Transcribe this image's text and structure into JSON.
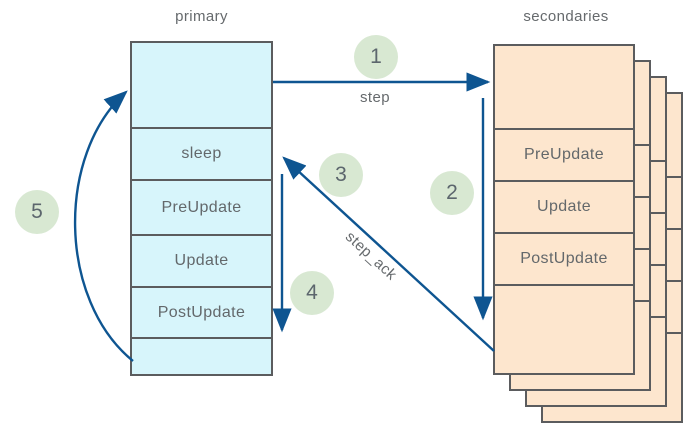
{
  "diagram": {
    "primary": {
      "title": "primary",
      "rows": [
        "sleep",
        "PreUpdate",
        "Update",
        "PostUpdate"
      ]
    },
    "secondaries": {
      "title": "secondaries",
      "rows": [
        "PreUpdate",
        "Update",
        "PostUpdate"
      ],
      "stacked_copies": 4
    },
    "arrows": {
      "step_label": "step",
      "step_ack_label": "step_ack"
    },
    "steps": [
      "1",
      "2",
      "3",
      "4",
      "5"
    ],
    "colors": {
      "primary_fill": "#d7f5fb",
      "secondary_fill": "#fde6ce",
      "circle_fill": "#d8e8d2",
      "arrow_blue": "#0e5591",
      "box_border": "#5b5c5e",
      "text_gray": "#666a6d"
    }
  }
}
